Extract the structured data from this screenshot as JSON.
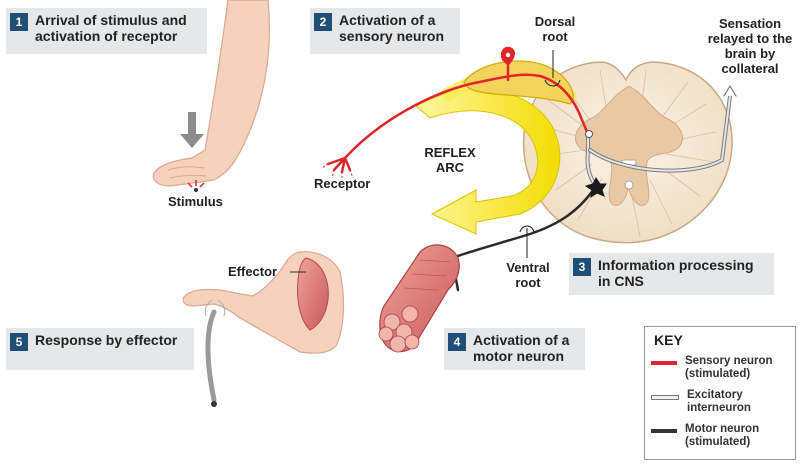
{
  "steps": [
    {
      "number": "1",
      "text": "Arrival of stimulus and activation of receptor"
    },
    {
      "number": "2",
      "text": "Activation of a sensory neuron"
    },
    {
      "number": "3",
      "text": "Information processing in CNS"
    },
    {
      "number": "4",
      "text": "Activation of a motor neuron"
    },
    {
      "number": "5",
      "text": "Response by effector"
    }
  ],
  "labels": {
    "stimulus": "Stimulus",
    "receptor": "Receptor",
    "reflex_arc": "REFLEX ARC",
    "dorsal_root": "Dorsal root",
    "sensation": "Sensation relayed to the brain by collateral",
    "ventral_root": "Ventral root",
    "effector": "Effector"
  },
  "key": {
    "title": "KEY",
    "items": [
      {
        "label": "Sensory neuron (stimulated)",
        "color": "#e0262b"
      },
      {
        "label": "Excitatory interneuron",
        "color": "#c8c8c8"
      },
      {
        "label": "Motor neuron (stimulated)",
        "color": "#333333"
      }
    ]
  },
  "colors": {
    "step_number_bg": "#1f4e79",
    "step_box_bg": "#e6e7e8",
    "sensory": "#e0262b",
    "motor": "#2b2b2b",
    "reflex_arrow": "#f5e400",
    "skin": "#f6d2bd",
    "spinal_cord": "#f7ecdc",
    "grey_matter": "#e9c8a6"
  }
}
